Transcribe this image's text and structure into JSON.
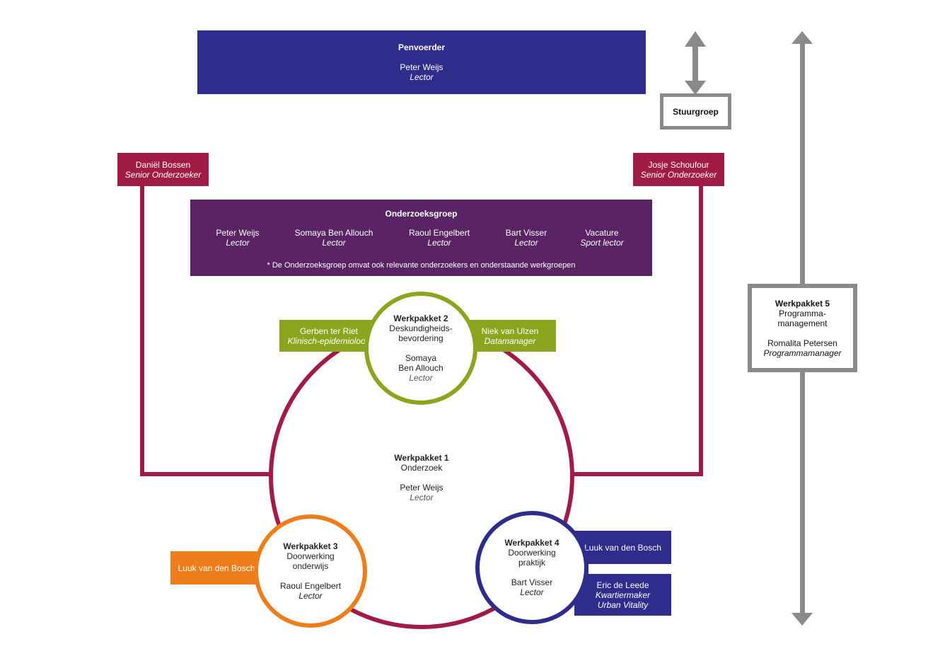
{
  "colors": {
    "blue": "#2e2d8c",
    "crimson": "#a01c45",
    "purple": "#5a2464",
    "green": "#8aa61f",
    "orange": "#ee7d1c",
    "gray": "#8a8a8a"
  },
  "penvoerder": {
    "title": "Penvoerder",
    "name": "Peter Weijs",
    "role": "Lector"
  },
  "stuurgroep": {
    "label": "Stuurgroep"
  },
  "bossen": {
    "name": "Daniël Bossen",
    "role": "Senior Onderzoeker"
  },
  "schoufour": {
    "name": "Josje Schoufour",
    "role": "Senior Onderzoeker"
  },
  "onderzoeksgroep": {
    "title": "Onderzoeksgroep",
    "members": [
      {
        "name": "Peter Weijs",
        "role": "Lector"
      },
      {
        "name": "Somaya Ben Allouch",
        "role": "Lector"
      },
      {
        "name": "Raoul Engelbert",
        "role": "Lector"
      },
      {
        "name": "Bart Visser",
        "role": "Lector"
      },
      {
        "name": "Vacature",
        "role": "Sport lector"
      }
    ],
    "note": "* De Onderzoeksgroep omvat ook relevante onderzoekers en onderstaande werkgroepen"
  },
  "wp1": {
    "title": "Werkpakket 1",
    "subtitle": "Onderzoek",
    "name": "Peter Weijs",
    "role": "Lector"
  },
  "wp2": {
    "title": "Werkpakket 2",
    "subtitle1": "Deskundigheids-",
    "subtitle2": "bevordering",
    "name1": "Somaya",
    "name2": "Ben Allouch",
    "role": "Lector"
  },
  "wp3": {
    "title": "Werkpakket 3",
    "subtitle1": "Doorwerking",
    "subtitle2": "onderwijs",
    "name": "Raoul Engelbert",
    "role": "Lector"
  },
  "wp4": {
    "title": "Werkpakket 4",
    "subtitle1": "Doorwerking",
    "subtitle2": "praktijk",
    "name": "Bart Visser",
    "role": "Lector"
  },
  "wp5": {
    "title": "Werkpakket 5",
    "subtitle1": "Programma-",
    "subtitle2": "management",
    "name": "Romalita Petersen",
    "role": "Programmamanager"
  },
  "terriet": {
    "name": "Gerben ter Riet",
    "role": "Klinisch-epidemioloog"
  },
  "vanulzen": {
    "name": "Niek van Ulzen",
    "role": "Datamanager"
  },
  "luuk3": {
    "name": "Luuk van den Bosch"
  },
  "luuk4": {
    "name": "Luuk van den Bosch"
  },
  "deleede": {
    "name": "Eric de Leede",
    "role1": "Kwartiermaker",
    "role2": "Urban Vitality"
  }
}
